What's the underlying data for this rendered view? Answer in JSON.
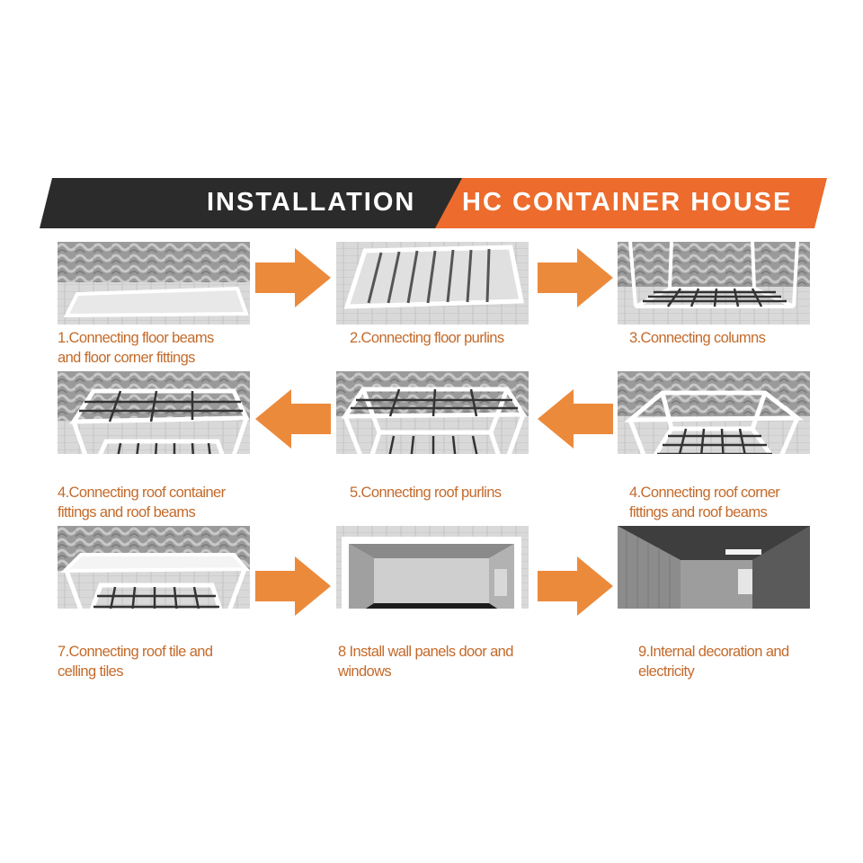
{
  "banner": {
    "left_text": "INSTALLATION",
    "right_text": "HC CONTAINER HOUSE",
    "colors": {
      "dark": "#2b2b2b",
      "accent": "#ec6b2d"
    }
  },
  "steps": [
    {
      "caption": [
        "1.Connecting floor beams",
        "and floor corner fittings"
      ]
    },
    {
      "caption": [
        "2.Connecting floor purlins"
      ]
    },
    {
      "caption": [
        "3.Connecting columns"
      ]
    },
    {
      "caption": [
        "4.Connecting roof container",
        "fittings and roof beams"
      ]
    },
    {
      "caption": [
        "5.Connecting roof purlins"
      ]
    },
    {
      "caption": [
        "4.Connecting roof corner",
        "fittings and roof beams"
      ]
    },
    {
      "caption": [
        "7.Connecting roof tile and",
        "celling tiles"
      ]
    },
    {
      "caption": [
        "8 Install wall panels door and",
        "windows"
      ]
    },
    {
      "caption": [
        "9.Internal decoration and",
        "electricity"
      ]
    }
  ],
  "arrows": [
    "arrow-right",
    "arrow-right",
    "arrow-left",
    "arrow-left",
    "arrow-right",
    "arrow-right"
  ]
}
